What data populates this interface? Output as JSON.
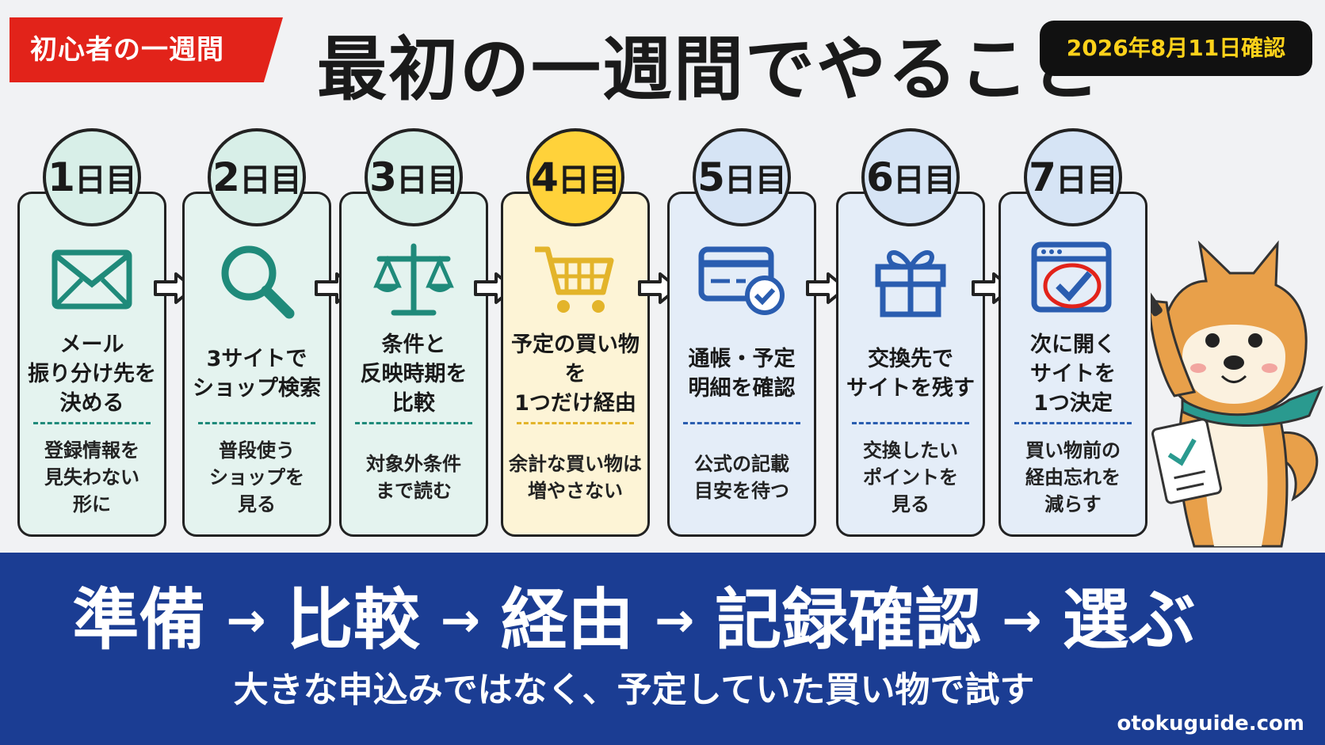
{
  "header": {
    "tag": "初心者の一週間",
    "title": "最初の一週間でやること",
    "date": "2026年8月11日確認"
  },
  "days": [
    {
      "num": "1",
      "suffix": "日目",
      "icon": "envelope-icon",
      "head": "メール\n振り分け先を\n決める",
      "sub": "登録情報を\n見失わない\n形に",
      "bg": "#e4f3ef",
      "badge": "#d8efe8",
      "line": "#1f8a7a",
      "iconColor": "#1f8a7a"
    },
    {
      "num": "2",
      "suffix": "日目",
      "icon": "magnifier-icon",
      "head": "3サイトで\nショップ検索",
      "sub": "普段使う\nショップを\n見る",
      "bg": "#e4f3ef",
      "badge": "#d8efe8",
      "line": "#1f8a7a",
      "iconColor": "#1f8a7a"
    },
    {
      "num": "3",
      "suffix": "日目",
      "icon": "scale-icon",
      "head": "条件と\n反映時期を\n比較",
      "sub": "対象外条件\nまで読む",
      "bg": "#e4f3ef",
      "badge": "#d8efe8",
      "line": "#1f8a7a",
      "iconColor": "#1f8a7a"
    },
    {
      "num": "4",
      "suffix": "日目",
      "icon": "cart-icon",
      "head": "予定の買い物を\n1つだけ経由",
      "sub": "余計な買い物は\n増やさない",
      "bg": "#fdf4d6",
      "badge": "#ffd23a",
      "line": "#e3b42a",
      "iconColor": "#e3b42a"
    },
    {
      "num": "5",
      "suffix": "日目",
      "icon": "card-check-icon",
      "head": "通帳・予定\n明細を確認",
      "sub": "公式の記載\n目安を待つ",
      "bg": "#e4edf8",
      "badge": "#d6e4f5",
      "line": "#2a5db0",
      "iconColor": "#2a5db0"
    },
    {
      "num": "6",
      "suffix": "日目",
      "icon": "gift-icon",
      "head": "交換先で\nサイトを残す",
      "sub": "交換したい\nポイントを\n見る",
      "bg": "#e4edf8",
      "badge": "#d6e4f5",
      "line": "#2a5db0",
      "iconColor": "#2a5db0"
    },
    {
      "num": "7",
      "suffix": "日目",
      "icon": "browser-check-icon",
      "head": "次に開く\nサイトを\n1つ決定",
      "sub": "買い物前の\n経由忘れを\n減らす",
      "bg": "#e4edf8",
      "badge": "#d6e4f5",
      "line": "#2a5db0",
      "iconColor": "#2a5db0"
    }
  ],
  "banner": {
    "steps": [
      "準備",
      "比較",
      "経由",
      "記録確認",
      "選ぶ"
    ],
    "arrow": "→",
    "subline": "大きな申込みではなく、予定していた買い物で試す",
    "site": "otokuguide.com"
  },
  "mascot": "shiba-dog-mascot"
}
